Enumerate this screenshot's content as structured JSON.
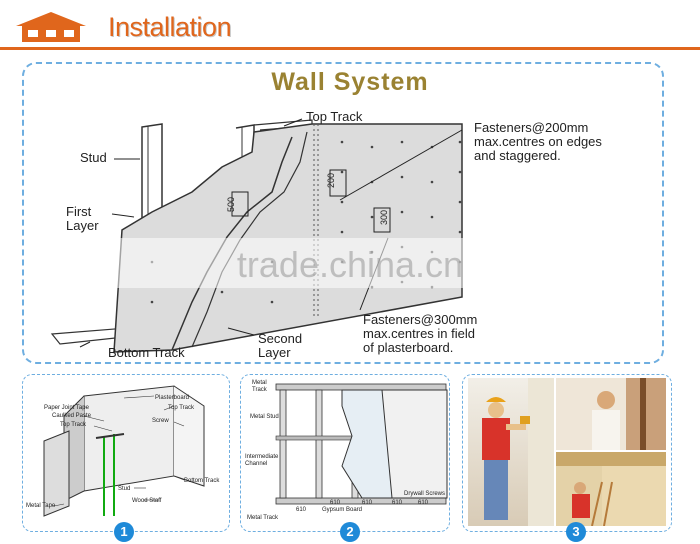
{
  "header": {
    "title": "Installation",
    "brand_color": "#e0661c"
  },
  "main": {
    "title": "Wall System",
    "labels": {
      "top_track": "Top Track",
      "stud": "Stud",
      "first_layer": "First\nLayer",
      "bottom_track": "Bottom Track",
      "second_layer": "Second\nLayer",
      "fasteners_200": "Fasteners@200mm\nmax.centres on edges\nand staggered.",
      "fasteners_300": "Fasteners@300mm\nmax.centres in field\nof plasterboard.",
      "dim_500": "500",
      "dim_200": "200",
      "dim_300": "300"
    }
  },
  "watermark": "trade.china.cn",
  "panel1": {
    "badge": "1",
    "labels": {
      "plasterboard": "Plasterboard",
      "paper_joint_tape": "Paper Joint Tape",
      "caulked_paste": "Caulked Paste",
      "top_track": "Top Track",
      "top_track_2": "Top Track",
      "screw": "Screw",
      "stud": "Stud",
      "bottom_track": "Bottom Track",
      "metal_tape": "Metal Tape",
      "wood_staff": "Wood Staff"
    }
  },
  "panel2": {
    "badge": "2",
    "labels": {
      "metal_track": "Metal\nTrack",
      "metal_stud": "Metal Stud",
      "intermediate_channel": "Intermediate\nChannel",
      "drywall_screws": "Drywall Screws",
      "gypsum_board": "Gypsum Board",
      "metal_track_bottom": "Metal Track"
    },
    "dims": [
      "610",
      "610",
      "610",
      "610",
      "610"
    ]
  },
  "panel3": {
    "badge": "3"
  },
  "colors": {
    "accent": "#e0661c",
    "dash": "#6eaee0",
    "badge": "#1f8ad8",
    "title": "#9a8232"
  }
}
